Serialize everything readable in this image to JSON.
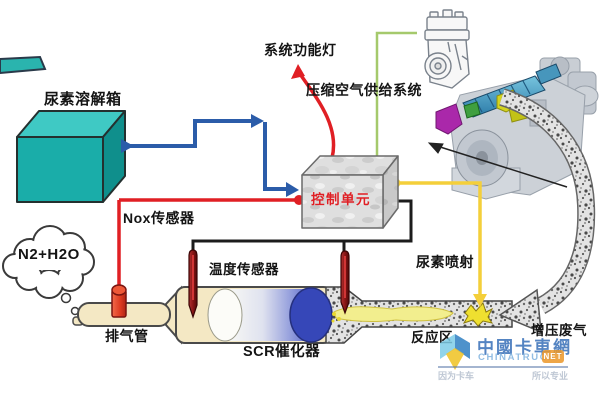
{
  "diagram": {
    "labels": {
      "urea_tank": "尿素溶解箱",
      "system_light": "系统功能灯",
      "air_supply": "压缩空气供给系统",
      "control_unit": "控制单元",
      "nox_sensor": "Nox传感器",
      "byproduct": "N2+H2O",
      "exhaust_pipe": "排气管",
      "temp_sensor": "温度传感器",
      "scr_catalyst": "SCR催化器",
      "reaction_zone": "反应区",
      "urea_injection": "尿素喷射",
      "boost_exhaust": "增压废气"
    },
    "colors": {
      "tank_teal": "#1aada9",
      "line_blue": "#2b5ca9",
      "line_red": "#e01f24",
      "line_green": "#a5c96c",
      "line_yellow": "#f4cf3a",
      "wire_black": "#1c1c1c",
      "pipe_beige": "#f4e8c4",
      "catalyst_blue": "#3647b8",
      "sensor_maroon": "#8a1616",
      "nox_orange_red": "#e4452c"
    },
    "icon_names": [
      "thought-cloud-icon",
      "engine-icon",
      "air-compressor-icon",
      "exhaust-arrow-icon",
      "urea-tank-icon",
      "control-unit-box-icon"
    ]
  },
  "watermark": {
    "brand_cn": "中國卡車網",
    "brand_en": "CHINATRUCK",
    "badge": "NET",
    "tagline_left": "因为卡车",
    "tagline_right": "所以专业"
  }
}
